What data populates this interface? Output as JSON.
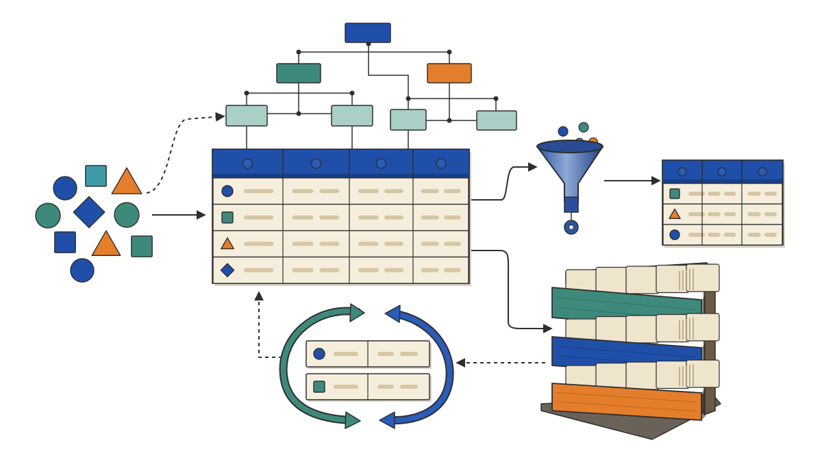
{
  "palette": {
    "navy": "#1F4FA8",
    "teal": "#3D8A7C",
    "teal_light": "#A9CFC6",
    "teal_mid": "#3E9AA6",
    "orange": "#E57E2A",
    "cream": "#F6EEDC",
    "tan_line": "#D6C6A6",
    "ink": "#2E2E2E",
    "wood": "#6B5A44"
  },
  "scattered_shapes": [
    {
      "kind": "circle",
      "color": "navy"
    },
    {
      "kind": "square",
      "color": "teal_mid"
    },
    {
      "kind": "triangle",
      "color": "orange"
    },
    {
      "kind": "circle",
      "color": "teal"
    },
    {
      "kind": "diamond",
      "color": "navy"
    },
    {
      "kind": "circle",
      "color": "teal"
    },
    {
      "kind": "square",
      "color": "navy"
    },
    {
      "kind": "triangle",
      "color": "orange"
    },
    {
      "kind": "square",
      "color": "teal"
    },
    {
      "kind": "circle",
      "color": "navy"
    }
  ],
  "hierarchy": {
    "nodes": [
      {
        "id": "root",
        "color": "navy"
      },
      {
        "id": "mid-left",
        "color": "teal"
      },
      {
        "id": "mid-right",
        "color": "orange"
      },
      {
        "id": "leaf-1",
        "color": "teal_light"
      },
      {
        "id": "leaf-2",
        "color": "teal_light"
      },
      {
        "id": "leaf-3",
        "color": "teal_light"
      },
      {
        "id": "leaf-4",
        "color": "teal_light"
      }
    ]
  },
  "main_table": {
    "columns": 4,
    "rows": [
      {
        "icon": "circle-icon",
        "color": "navy"
      },
      {
        "icon": "square-icon",
        "color": "teal"
      },
      {
        "icon": "triangle-icon",
        "color": "orange"
      },
      {
        "icon": "diamond-icon",
        "color": "navy"
      }
    ]
  },
  "filtered_table": {
    "columns": 3,
    "rows": [
      {
        "icon": "square-icon",
        "color": "teal"
      },
      {
        "icon": "triangle-icon",
        "color": "orange"
      },
      {
        "icon": "circle-icon",
        "color": "navy"
      }
    ]
  },
  "cycle_cards": [
    {
      "icon": "circle-icon",
      "color": "navy"
    },
    {
      "icon": "square-icon",
      "color": "teal"
    }
  ],
  "funnel_balls": [
    "navy",
    "teal",
    "teal_mid",
    "orange",
    "navy",
    "orange"
  ],
  "storage_tiers": [
    "teal",
    "navy",
    "orange"
  ]
}
